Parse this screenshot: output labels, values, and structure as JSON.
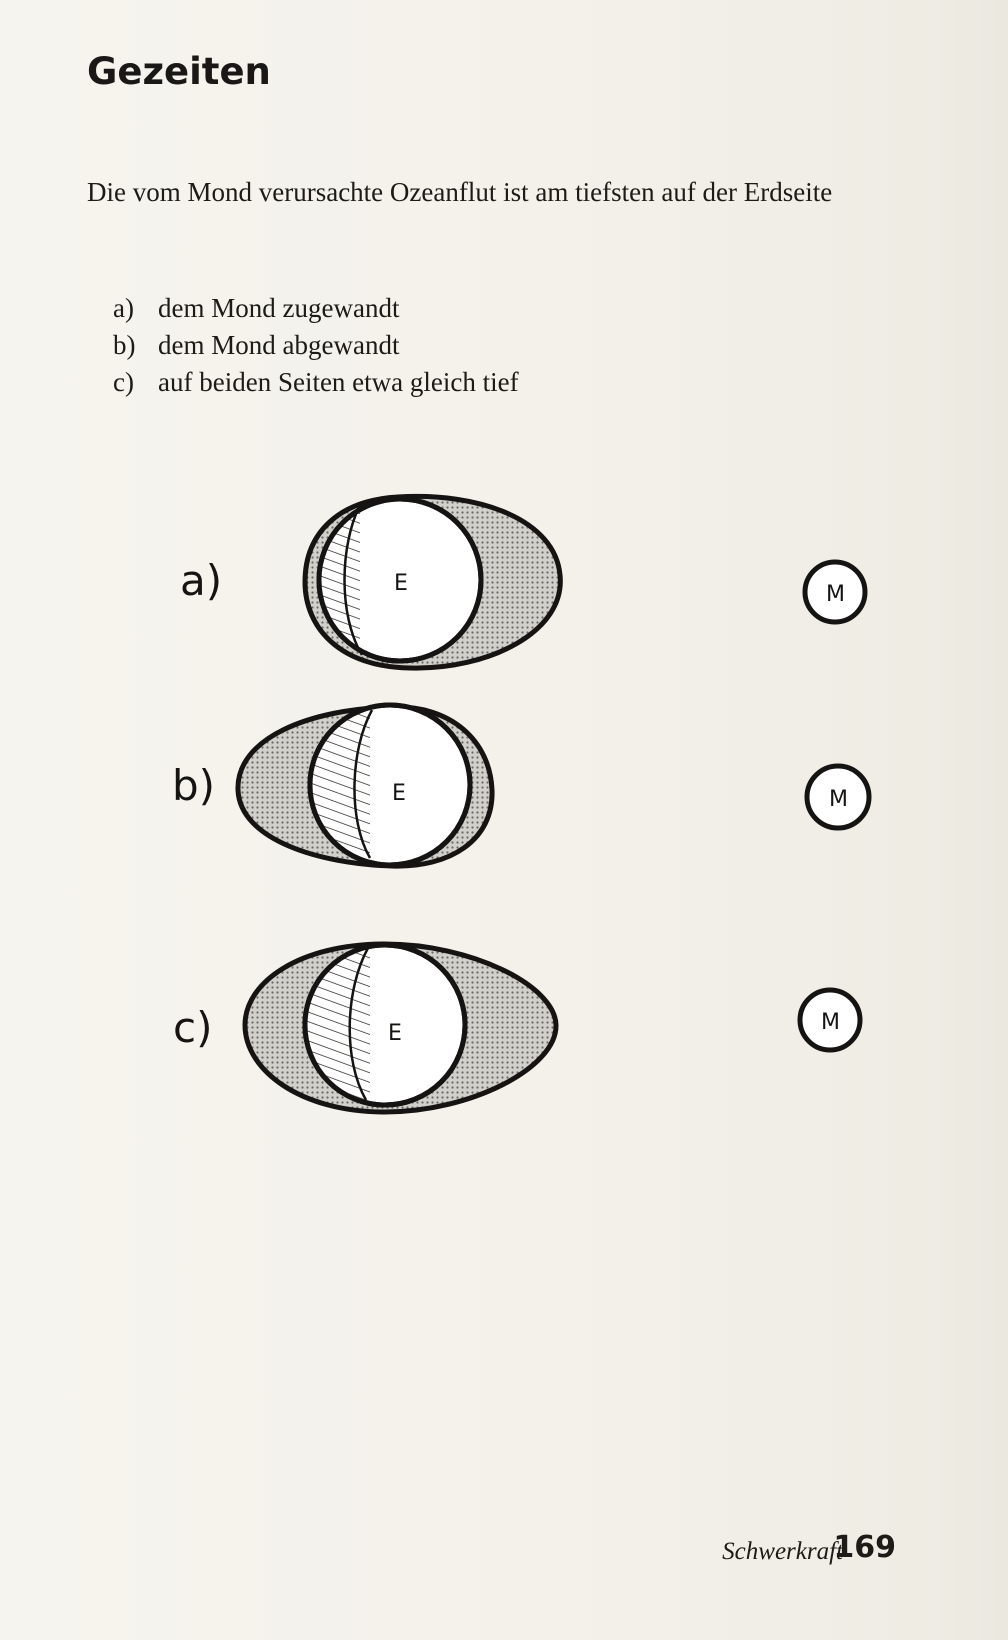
{
  "page": {
    "title": "Gezeiten",
    "question": "Die vom Mond verursachte Ozeanflut ist am tiefsten auf der Erdseite",
    "options": [
      {
        "letter": "a)",
        "text": "dem Mond zugewandt"
      },
      {
        "letter": "b)",
        "text": "dem Mond abgewandt"
      },
      {
        "letter": "c)",
        "text": "auf beiden Seiten etwa gleich tief"
      }
    ]
  },
  "illustration": {
    "diagrams": [
      {
        "label": "a)",
        "earth": "E",
        "moon": "M"
      },
      {
        "label": "b)",
        "earth": "E",
        "moon": "M"
      },
      {
        "label": "c)",
        "earth": "E",
        "moon": "M"
      }
    ]
  },
  "footer": {
    "chapter": "Schwerkraft",
    "page_number": "169"
  }
}
